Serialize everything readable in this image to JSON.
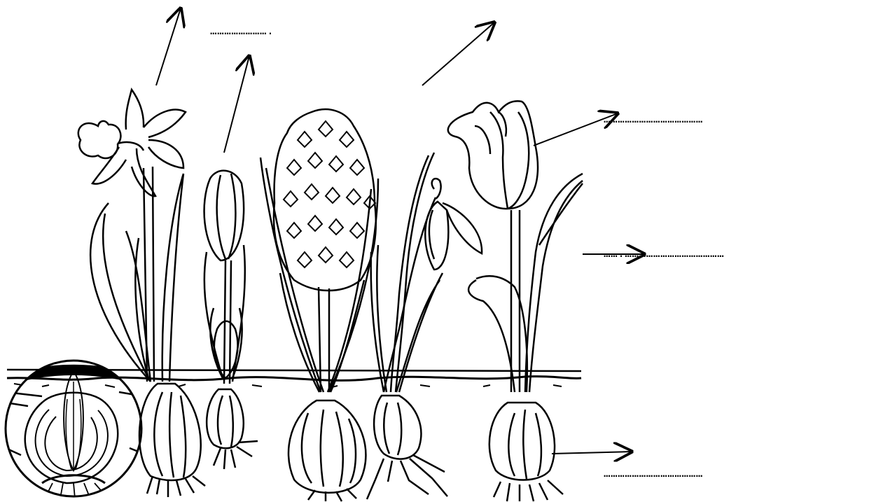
{
  "worksheet": {
    "blanks": {
      "top_middle": "…………………….",
      "right_flower": "……………………………………",
      "right_stem": "…….……………………………………",
      "right_bulb": "……………………………………"
    },
    "plants": [
      "daffodil",
      "crocus",
      "hyacinth",
      "snowdrop",
      "tulip"
    ],
    "inset": "bulb-cross-section",
    "stroke_color": "#000000",
    "background_color": "#ffffff"
  }
}
